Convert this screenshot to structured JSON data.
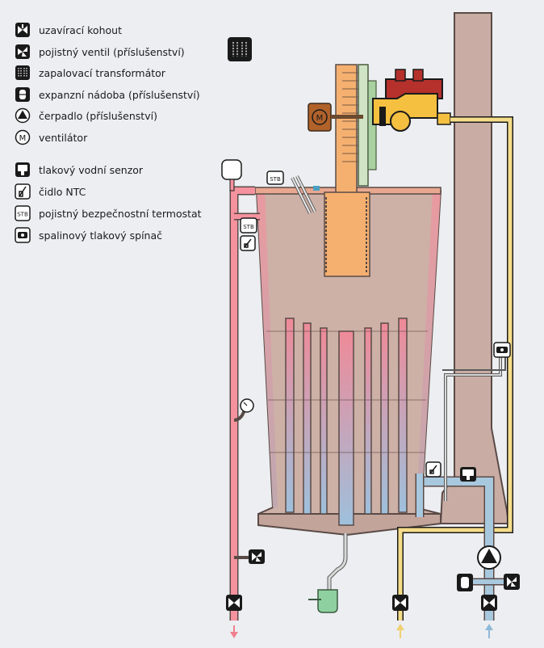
{
  "legend": {
    "items": [
      {
        "icon": "shutoff-valve-icon",
        "label": "uzavírací kohout"
      },
      {
        "icon": "safety-valve-icon",
        "label": "pojistný ventil (příslušenství)"
      },
      {
        "icon": "ignition-transformer-icon",
        "label": "zapalovací transformátor"
      },
      {
        "icon": "expansion-vessel-icon",
        "label": "expanzní nádoba (příslušenství)"
      },
      {
        "icon": "pump-icon",
        "label": "čerpadlo (příslušenství)"
      },
      {
        "icon": "fan-icon",
        "label": "ventilátor"
      },
      {
        "icon": "water-pressure-sensor-icon",
        "label": "tlakový vodní senzor"
      },
      {
        "icon": "ntc-sensor-icon",
        "label": "čidlo NTC"
      },
      {
        "icon": "stb-thermostat-icon",
        "label": "pojistný bezpečnostní termostat"
      },
      {
        "icon": "flue-pressure-switch-icon",
        "label": "spalinový tlakový spínač"
      }
    ]
  },
  "diagram": {
    "stb_label": "STB",
    "fan_symbol": "M",
    "colors": {
      "flow_pipe": "#f4929e",
      "return_pipe": "#a8c8de",
      "gas_pipe": "#f5dc8a",
      "boiler_body": "#cdb0a6",
      "flue": "#c9ada4",
      "burner": "#f5b070",
      "condensate": "#8fd0a0"
    }
  }
}
